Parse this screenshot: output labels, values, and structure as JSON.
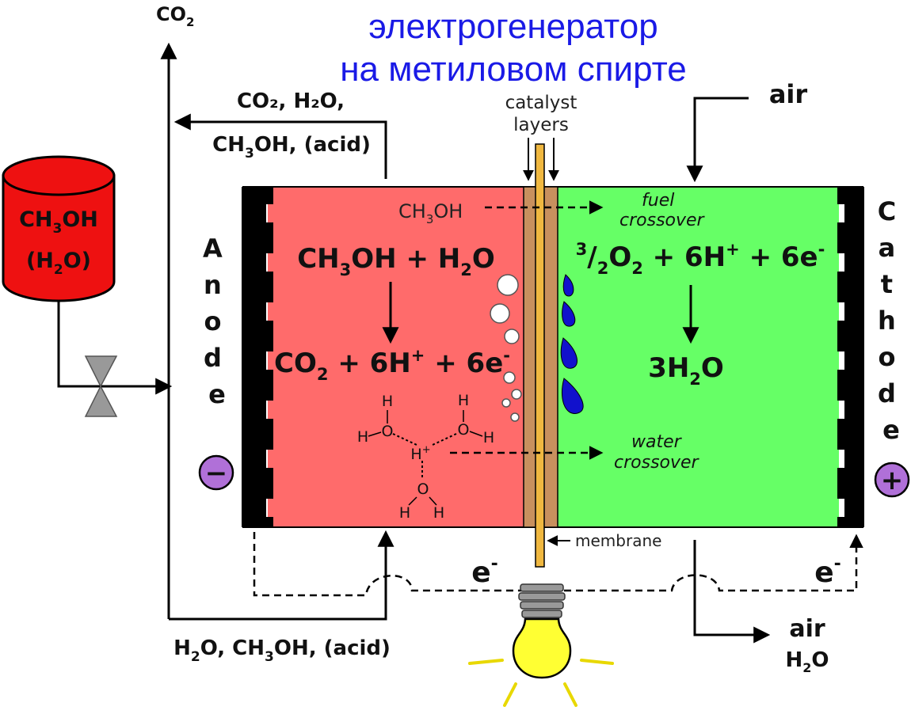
{
  "title": {
    "line1": "электрогенератор",
    "line2": "на метиловом спирте"
  },
  "labels": {
    "co2_top": "CO",
    "co2_top_sub": "2",
    "exhaust_line1": "CO₂, H₂O,",
    "exhaust_line2_a": "CH",
    "exhaust_line2_sub": "3",
    "exhaust_line2_b": "OH, (acid)",
    "tank_line1_a": "CH",
    "tank_line1_sub": "3",
    "tank_line1_b": "OH",
    "tank_line2_a": "(H",
    "tank_line2_sub": "2",
    "tank_line2_b": "O)",
    "catalyst_line1": "catalyst",
    "catalyst_line2": "layers",
    "air_in": "air",
    "fuel_crossover_species_a": "CH",
    "fuel_crossover_species_sub": "3",
    "fuel_crossover_species_b": "OH",
    "fuel_crossover_line1": "fuel",
    "fuel_crossover_line2": "crossover",
    "anode_letters": [
      "A",
      "n",
      "o",
      "d",
      "e"
    ],
    "cathode_letters": [
      "C",
      "a",
      "t",
      "h",
      "o",
      "d",
      "e"
    ],
    "anode_reaction_top_a": "CH",
    "anode_reaction_top_sub": "3",
    "anode_reaction_top_b": "OH + H",
    "anode_reaction_top_sub2": "2",
    "anode_reaction_top_c": "O",
    "anode_reaction_bottom_a": "CO",
    "anode_reaction_bottom_sub": "2",
    "anode_reaction_bottom_b": " + 6H",
    "anode_reaction_bottom_sup": "+",
    "anode_reaction_bottom_c": " + 6e",
    "anode_reaction_bottom_sup2": "-",
    "cathode_reaction_top_sup": "3",
    "cathode_reaction_top_a": "/",
    "cathode_reaction_top_sub": "2",
    "cathode_reaction_top_b": "O",
    "cathode_reaction_top_sub2": "2",
    "cathode_reaction_top_c": " + 6H",
    "cathode_reaction_top_sup2": "+",
    "cathode_reaction_top_d": " + 6e",
    "cathode_reaction_top_sup3": "-",
    "cathode_reaction_bottom_a": "3H",
    "cathode_reaction_bottom_sub": "2",
    "cathode_reaction_bottom_b": "O",
    "water_crossover_line1": "water",
    "water_crossover_line2": "crossover",
    "hydronium_H": "H",
    "hydronium_O": "O",
    "hydronium_Hplus": "H",
    "hydronium_plus": "+",
    "minus_sign": "−",
    "plus_sign": "+",
    "membrane": "membrane",
    "electron_left": "e",
    "electron_left_sup": "-",
    "electron_right": "e",
    "electron_right_sup": "-",
    "feed_a": "H",
    "feed_sub": "2",
    "feed_b": "O, CH",
    "feed_sub2": "3",
    "feed_c": "OH, (acid)",
    "air_out": "air",
    "h2o_out_a": "H",
    "h2o_out_sub": "2",
    "h2o_out_b": "O"
  },
  "colors": {
    "title": "#1a1ae6",
    "anode_fill": "#ff6b6b",
    "cathode_fill": "#66ff66",
    "tank_fill": "#ee1111",
    "catalyst_fill": "#c8905e",
    "membrane_fill": "#f0b840",
    "bulb_fill": "#ffff33",
    "water_drop": "#1111cc",
    "terminal_fill": "#b070d8"
  }
}
